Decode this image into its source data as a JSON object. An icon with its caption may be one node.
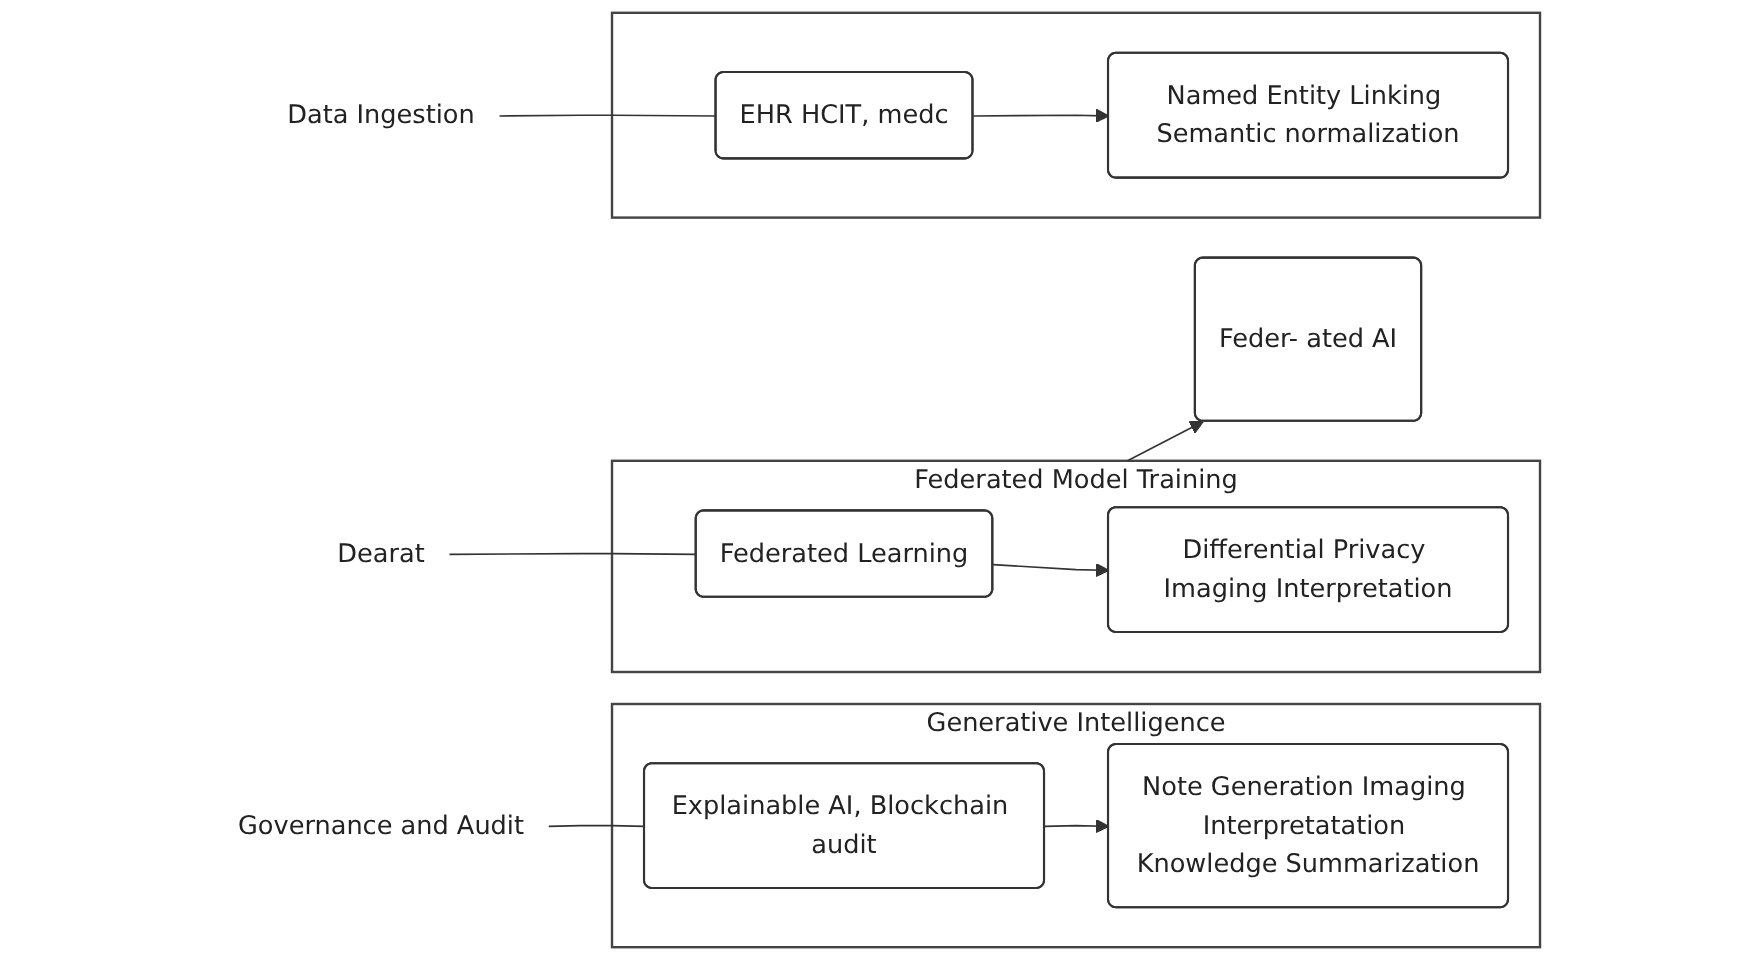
{
  "diagram": {
    "nodes": [
      {
        "text": [
          "Data Ingestion"
        ]
      },
      {
        "text": [],
        "shape": "box"
      },
      {
        "text": [
          "EHR HCIT, medc"
        ],
        "in": 1
      },
      {
        "text": [
          "Named Entity Linking Semantic normalization"
        ],
        "in": 1
      },
      {
        "text": [
          "Dearat"
        ]
      },
      {
        "text": [
          "Federated Model Training"
        ]
      },
      {
        "text": [
          "Federated Learning"
        ],
        "in": 5
      },
      {
        "text": [
          "Differential Privacy Imaging Interpretation"
        ],
        "in": 5
      },
      {
        "text": [
          "Governance and Audit"
        ]
      },
      {
        "text": [
          "Generative Intelligence"
        ]
      },
      {
        "text": [
          "Explainable AI, Blockchain audit"
        ],
        "in": 9
      },
      {
        "text": [
          "Note Generation Imaging Interpretatation Knowledge Summarization"
        ],
        "in": 9
      },
      {
        "text": [
          "Feder- ated AI"
        ]
      }
    ],
    "edges": [
      {
        "from": 0,
        "to": 2,
        "arrow": "none"
      },
      {
        "from": 2,
        "to": 3,
        "arrow": "to"
      },
      {
        "from": 4,
        "to": 6,
        "arrow": "none"
      },
      {
        "from": 6,
        "to": 7,
        "arrow": "to"
      },
      {
        "from": 8,
        "to": 10,
        "arrow": "none"
      },
      {
        "from": 10,
        "to": 11,
        "arrow": "to"
      },
      {
        "from": 5,
        "to": 12,
        "arrow": "to"
      }
    ]
  }
}
